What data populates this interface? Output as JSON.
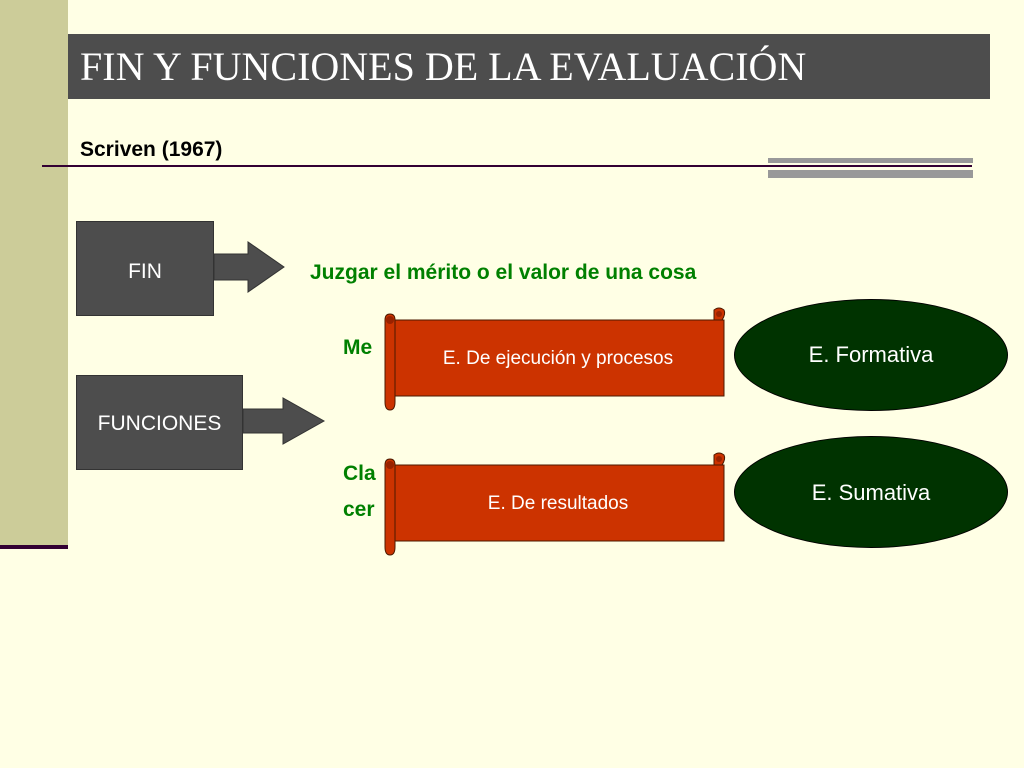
{
  "title": "FIN Y FUNCIONES DE LA EVALUACIÓN",
  "subtitle": "Scriven (1967)",
  "boxes": {
    "fin": "FIN",
    "funciones": "FUNCIONES"
  },
  "texts": {
    "juzgar": "Juzgar el mérito o el valor de una cosa",
    "mejora_partial": "Me",
    "clasificacion_partial_1": "Cla",
    "clasificacion_partial_2": "cer"
  },
  "scrolls": {
    "ejecucion": "E. De ejecución y procesos",
    "resultados": "E. De resultados"
  },
  "ovals": {
    "formativa": "E. Formativa",
    "sumativa": "E. Sumativa"
  },
  "colors": {
    "background": "#ffffe5",
    "sidebar": "#cccc99",
    "title_bar": "#4d4d4d",
    "green_text": "#008000",
    "scroll_fill": "#cc3300",
    "oval_fill": "#003300"
  }
}
